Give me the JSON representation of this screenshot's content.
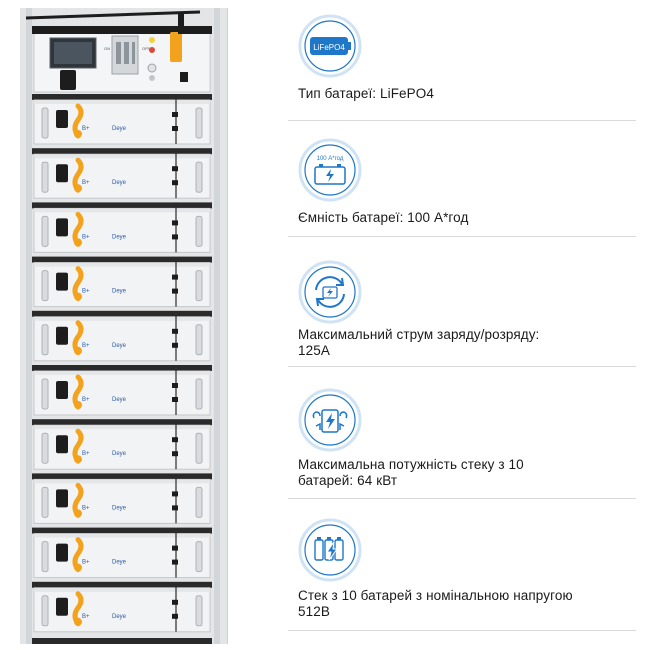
{
  "rack": {
    "top_unit": {
      "switch_on": "ON",
      "switch_off": "OFF"
    },
    "modules": [
      {
        "terminal_label": "B+",
        "brand": "Deye"
      },
      {
        "terminal_label": "B+",
        "brand": "Deye"
      },
      {
        "terminal_label": "B+",
        "brand": "Deye"
      },
      {
        "terminal_label": "B+",
        "brand": "Deye"
      },
      {
        "terminal_label": "B+",
        "brand": "Deye"
      },
      {
        "terminal_label": "B+",
        "brand": "Deye"
      },
      {
        "terminal_label": "B+",
        "brand": "Deye"
      },
      {
        "terminal_label": "B+",
        "brand": "Deye"
      },
      {
        "terminal_label": "B+",
        "brand": "Deye"
      },
      {
        "terminal_label": "B+",
        "brand": "Deye"
      }
    ]
  },
  "features": [
    {
      "icon": "lifepo4-battery-icon",
      "icon_text": "LiFePO4",
      "label": "Тип батареї: LiFePO4"
    },
    {
      "icon": "battery-capacity-icon",
      "icon_text": "100 А*год",
      "label": "Ємність батареї: 100 А*год"
    },
    {
      "icon": "charge-cycle-icon",
      "label": "Максимальний струм заряду/розряду:\n125А"
    },
    {
      "icon": "power-stack-icon",
      "label": "Максимальна потужність стеку з 10\nбатарей: 64 кВт"
    },
    {
      "icon": "battery-stack-voltage-icon",
      "label": "Стек з 10 батарей з номінальною напругою\n512В"
    }
  ],
  "colors": {
    "accent": "#1f77c9",
    "icon_ring": "#cfe3f5",
    "cable_orange": "#f3a21d",
    "divider": "#d7d9db"
  }
}
